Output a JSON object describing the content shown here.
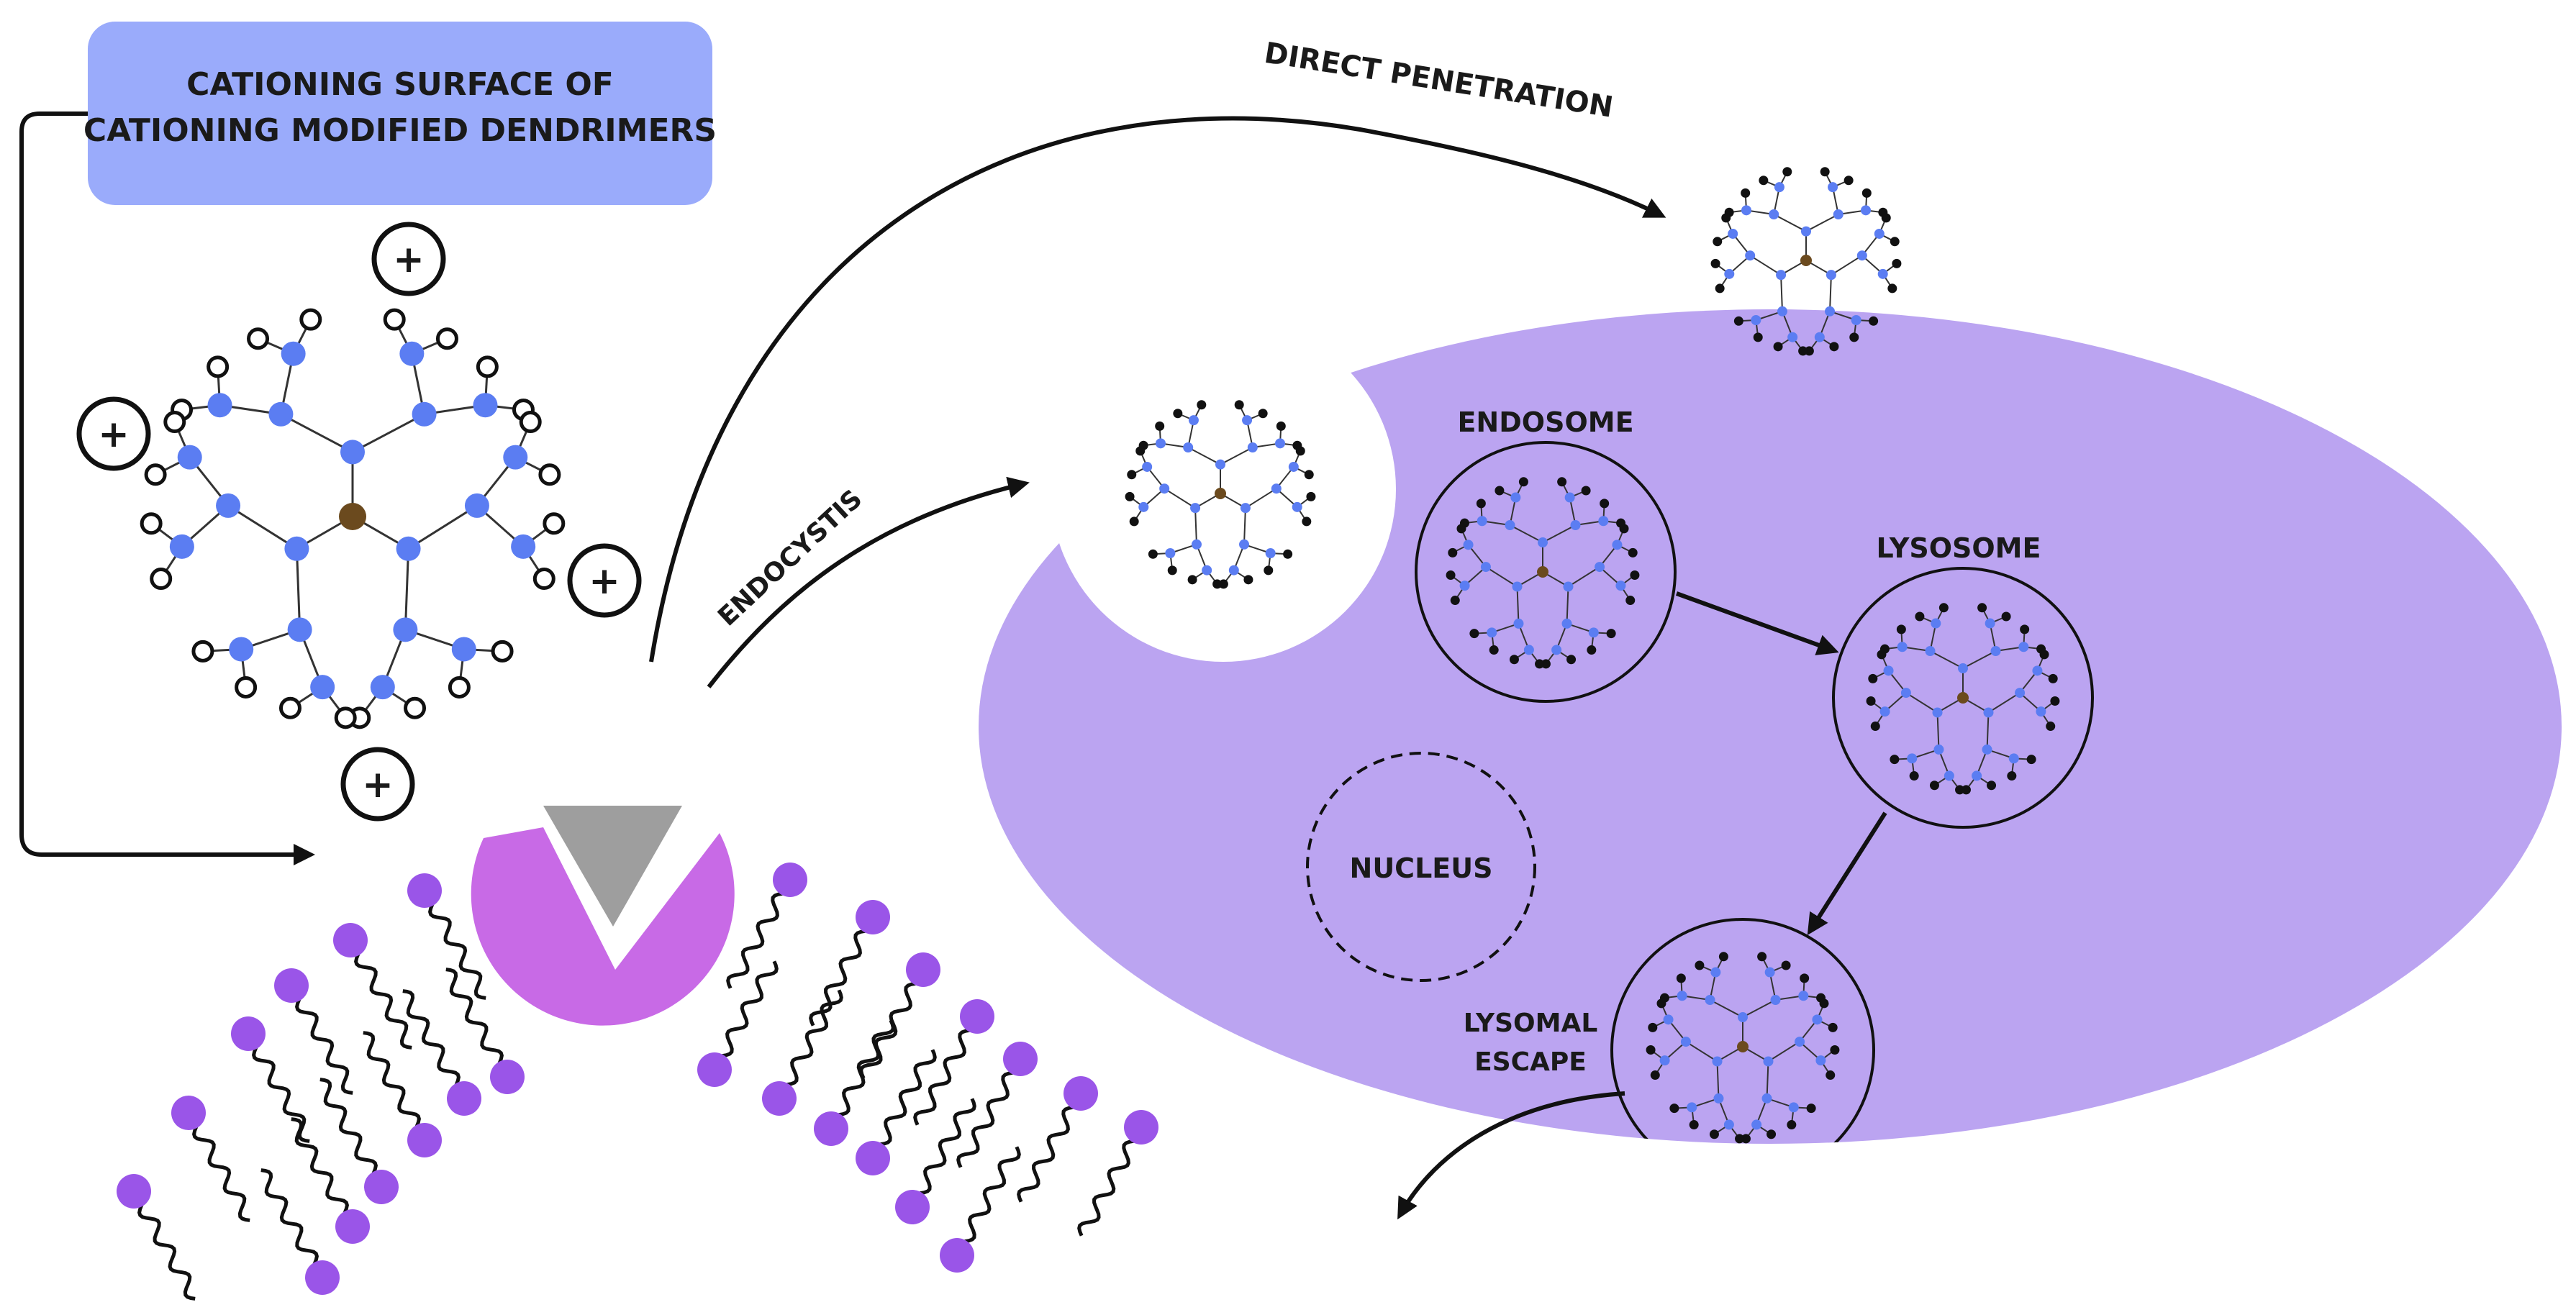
{
  "title_box": {
    "line1": "CATIONING SURFACE OF",
    "line2": "CATIONING MODIFIED DENDRIMERS"
  },
  "charge_symbol": "+",
  "pathways": {
    "direct": "DIRECT PENETRATION",
    "endocytosis": "ENDOCYSTIS"
  },
  "compartments": {
    "endosome": "ENDOSOME",
    "lysosome": "LYSOSOME",
    "nucleus": "NUCLEUS",
    "escape_line1": "LYSOMAL",
    "escape_line2": "ESCAPE"
  },
  "colors": {
    "title_box": "#9aabfb",
    "cell": "#bba4f1",
    "branch_node": "#5b7df2",
    "core": "#6b4a1e",
    "lipid_head": "#9a55e8",
    "receptor": "#c86ae6",
    "receptor_notch": "#9e9e9e"
  },
  "icons": [
    "plus-charge-icon",
    "dendrimer-icon",
    "lipid-icon",
    "receptor-icon",
    "arrow-icon"
  ]
}
